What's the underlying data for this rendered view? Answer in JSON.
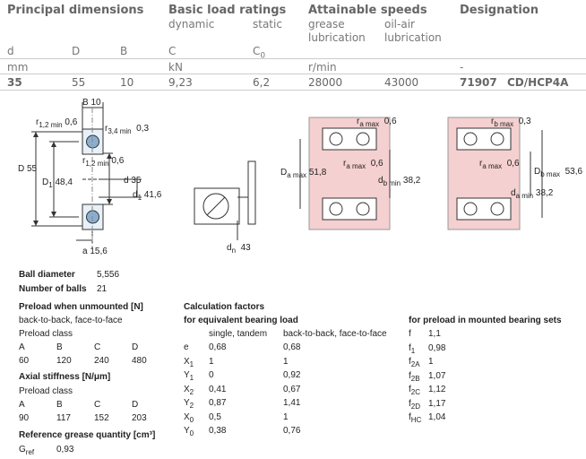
{
  "header": {
    "principal": "Principal dimensions",
    "basic": "Basic load ratings",
    "dynamic": "dynamic",
    "static": "static",
    "speeds": "Attainable speeds",
    "grease_1": "grease",
    "grease_2": "lubrication",
    "oil_1": "oil-air",
    "oil_2": "lubrication",
    "designation": "Designation"
  },
  "symbols": {
    "d": "d",
    "D": "D",
    "B": "B",
    "C": "C",
    "C0": "C",
    "C0_sub": "0"
  },
  "units": {
    "mm": "mm",
    "kN": "kN",
    "rmin": "r/min",
    "dash": "-"
  },
  "values": {
    "d": "35",
    "D": "55",
    "B": "10",
    "C": "9,23",
    "C0": "6,2",
    "grease": "28000",
    "oil": "43000",
    "desig_num": "71907",
    "desig_suffix": "CD/HCP4A"
  },
  "drawing1": {
    "B": "B 10",
    "r12min_top": "r",
    "r12min_sub": "1,2 min",
    "r12min_val": "0,6",
    "r34min": "r",
    "r34min_sub": "3,4 min",
    "r34min_val": "0,3",
    "r12min2": "r",
    "r12min2_sub": "1,2 min",
    "r12min2_val": "0,6",
    "D": "D 55",
    "D1": "D",
    "D1_sub": "1",
    "D1_val": "48,4",
    "d": "d 35",
    "d1": "d",
    "d1_sub": "1",
    "d1_val": "41,6",
    "a": "a 15,6"
  },
  "drawing2": {
    "dn": "d",
    "dn_sub": "n",
    "dn_val": "43"
  },
  "drawing3": {
    "ramax": "r",
    "ramax_sub": "a max",
    "ramax_val": "0,6",
    "ramax2": "r",
    "ramax2_sub": "a max",
    "ramax2_val": "0,6",
    "Da": "D",
    "Da_sub": "a max",
    "Da_val": "51,8",
    "db": "d",
    "db_sub": "b min",
    "db_val": "38,2"
  },
  "drawing4": {
    "rbmax": "r",
    "rbmax_sub": "b max",
    "rbmax_val": "0,3",
    "ramax": "r",
    "ramax_sub": "a max",
    "ramax_val": "0,6",
    "Db": "D",
    "Db_sub": "b max",
    "Db_val": "53,6",
    "da": "d",
    "da_sub": "a min",
    "da_val": "38,2"
  },
  "ball": {
    "diameter_label": "Ball diameter",
    "diameter": "5,556",
    "number_label": "Number of balls",
    "number": "21"
  },
  "preload": {
    "title": "Preload when unmounted [N]",
    "arrangement": "back-to-back, face-to-face",
    "class_label": "Preload class",
    "classes": [
      "A",
      "B",
      "C",
      "D"
    ],
    "values": [
      "60",
      "120",
      "240",
      "480"
    ]
  },
  "stiffness": {
    "title": "Axial stiffness [N/μm]",
    "class_label": "Preload class",
    "classes": [
      "A",
      "B",
      "C",
      "D"
    ],
    "values": [
      "90",
      "117",
      "152",
      "203"
    ]
  },
  "grease_qty": {
    "title": "Reference grease quantity [cm³]",
    "label": "G",
    "label_sub": "ref",
    "value": "0,93"
  },
  "calc": {
    "title1": "Calculation factors",
    "title2": "for equivalent bearing load",
    "col1": "single, tandem",
    "col2": "back-to-back, face-to-face",
    "rows": [
      {
        "s": "e",
        "sub": "",
        "a": "0,68",
        "b": "0,68"
      },
      {
        "s": "X",
        "sub": "1",
        "a": "1",
        "b": "1"
      },
      {
        "s": "Y",
        "sub": "1",
        "a": "0",
        "b": "0,92"
      },
      {
        "s": "X",
        "sub": "2",
        "a": "0,41",
        "b": "0,67"
      },
      {
        "s": "Y",
        "sub": "2",
        "a": "0,87",
        "b": "1,41"
      },
      {
        "s": "X",
        "sub": "0",
        "a": "0,5",
        "b": "1"
      },
      {
        "s": "Y",
        "sub": "0",
        "a": "0,38",
        "b": "0,76"
      }
    ]
  },
  "preload_mounted": {
    "title": "for preload in mounted bearing sets",
    "rows": [
      {
        "s": "f",
        "sub": "",
        "v": "1,1"
      },
      {
        "s": "f",
        "sub": "1",
        "v": "0,98"
      },
      {
        "s": "f",
        "sub": "2A",
        "v": "1"
      },
      {
        "s": "f",
        "sub": "2B",
        "v": "1,07"
      },
      {
        "s": "f",
        "sub": "2C",
        "v": "1,12"
      },
      {
        "s": "f",
        "sub": "2D",
        "v": "1,17"
      },
      {
        "s": "f",
        "sub": "HC",
        "v": "1,04"
      }
    ]
  }
}
